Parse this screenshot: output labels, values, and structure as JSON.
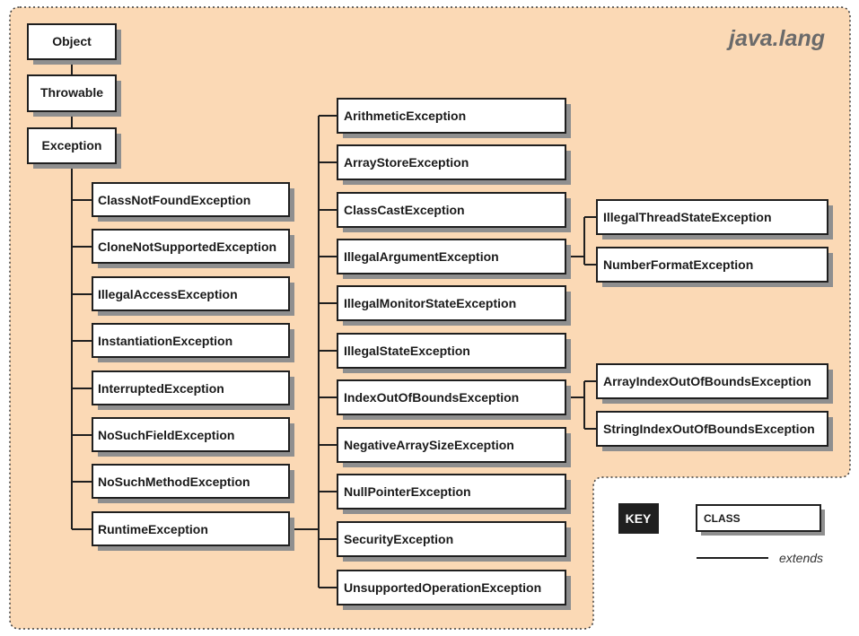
{
  "package": "java.lang",
  "classes": {
    "object": "Object",
    "throwable": "Throwable",
    "exception": "Exception",
    "checked": [
      "ClassNotFoundException",
      "CloneNotSupportedException",
      "IllegalAccessException",
      "InstantiationException",
      "InterruptedException",
      "NoSuchFieldException",
      "NoSuchMethodException",
      "RuntimeException"
    ],
    "runtime": [
      "ArithmeticException",
      "ArrayStoreException",
      "ClassCastException",
      "IllegalArgumentException",
      "IllegalMonitorStateException",
      "IllegalStateException",
      "IndexOutOfBoundsException",
      "NegativeArraySizeException",
      "NullPointerException",
      "SecurityException",
      "UnsupportedOperationException"
    ],
    "illegal_argument_children": [
      "IllegalThreadStateException",
      "NumberFormatException"
    ],
    "index_children": [
      "ArrayIndexOutOfBoundsException",
      "StringIndexOutOfBoundsException"
    ]
  },
  "key": {
    "title": "KEY",
    "class_label": "CLASS",
    "extends_label": "extends"
  },
  "colors": {
    "package_background": "#fbd9b5",
    "box_fill": "#ffffff",
    "box_stroke": "#1f1f1f",
    "shadow": "#8f8f8f"
  }
}
